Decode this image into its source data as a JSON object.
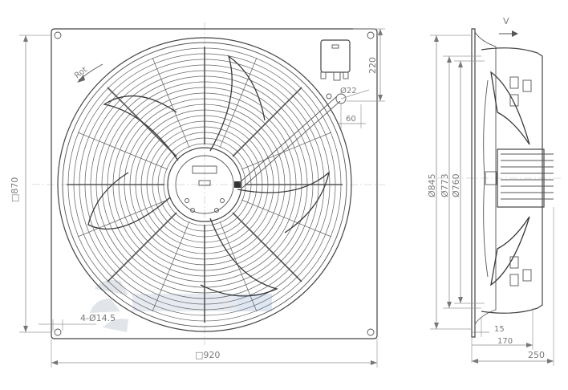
{
  "front_view": {
    "rotation_label": "Rot",
    "dim_overall_width": "□920",
    "dim_overall_height": "□870",
    "dim_mount_holes": "4-Ø14.5",
    "dim_terminal_offset": "220",
    "dim_gland": "Ø22",
    "dim_gland_offset": "60"
  },
  "side_view": {
    "airflow_label": "V",
    "dim_dia_1": "Ø845",
    "dim_dia_2": "Ø773",
    "dim_dia_3": "Ø760",
    "dim_depth_1": "15",
    "dim_depth_2": "170",
    "dim_depth_3": "250"
  },
  "colors": {
    "line": "#444444",
    "dimension": "#8a8a8a",
    "watermark": "#c9d6e8"
  }
}
